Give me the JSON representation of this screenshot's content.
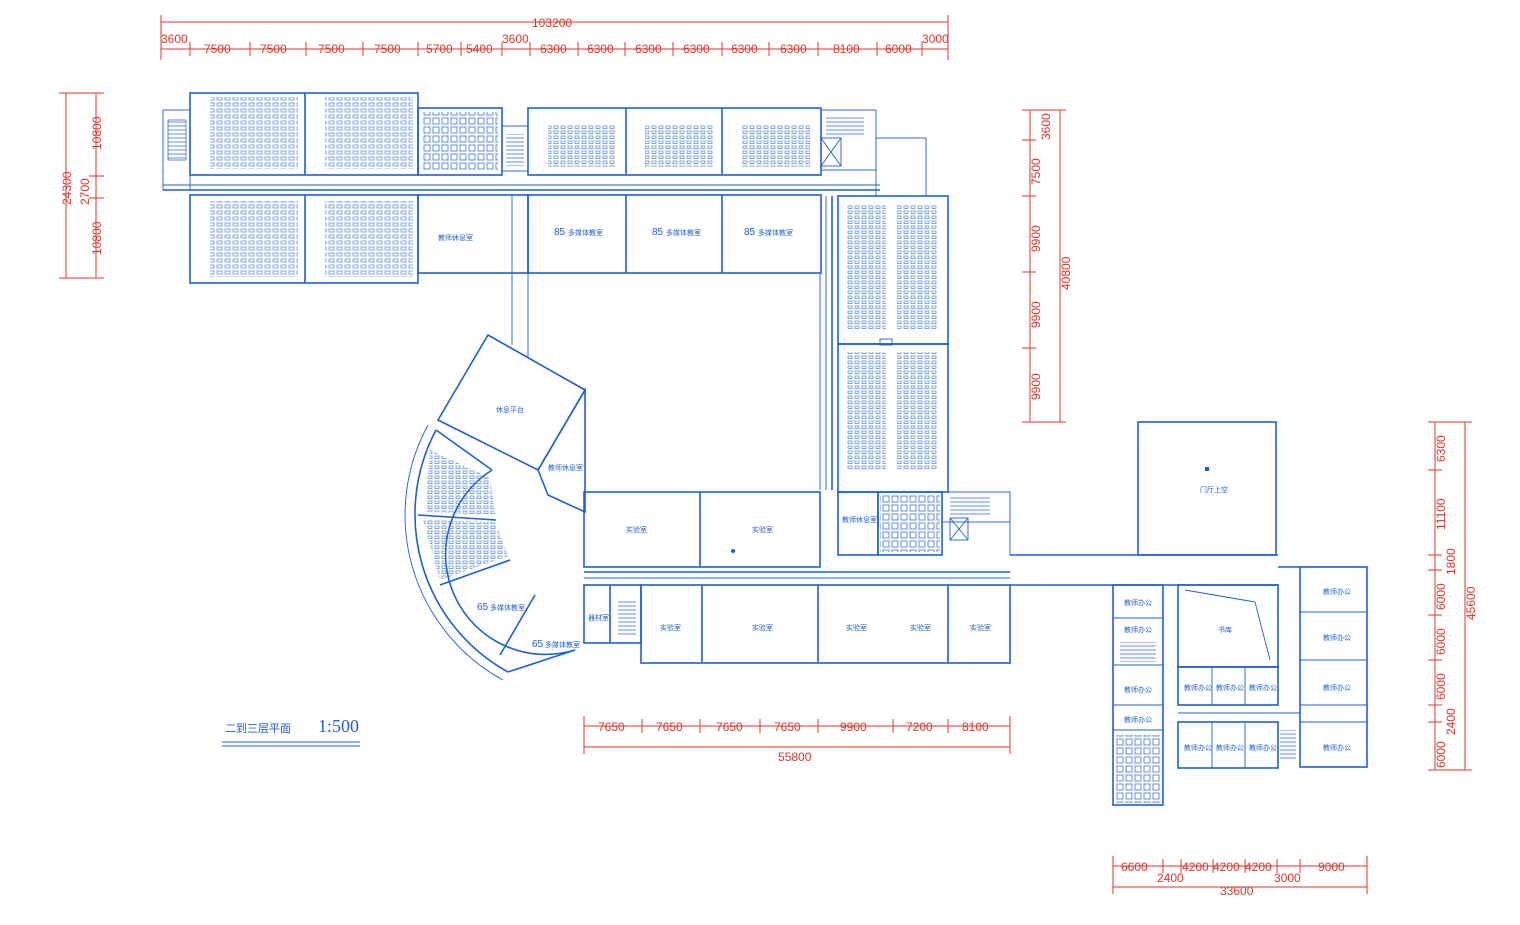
{
  "drawing": {
    "title": "二到三层平面",
    "scale": "1:500"
  },
  "dimensions": {
    "top_total": "103200",
    "top_segments": [
      "3600",
      "7500",
      "7500",
      "7500",
      "7500",
      "5700",
      "5400",
      "3600",
      "6300",
      "6300",
      "6300",
      "6300",
      "6300",
      "6300",
      "8100",
      "6000",
      "3000"
    ],
    "left_total": "24300",
    "left_segments": [
      "10800",
      "2700",
      "10800"
    ],
    "right_mid_total": "40800",
    "right_mid_segments": [
      "3600",
      "7500",
      "9900",
      "9900",
      "9900"
    ],
    "right_far_total": "45600",
    "right_far_segments": [
      "6300",
      "11100",
      "1800",
      "6000",
      "6000",
      "6000",
      "2400",
      "6000"
    ],
    "bottom_mid_total": "55800",
    "bottom_mid_segments": [
      "7650",
      "7650",
      "7650",
      "7650",
      "9900",
      "7200",
      "8100"
    ],
    "bottom_right_total": "33600",
    "bottom_right_segments": [
      "6600",
      "4200",
      "4200",
      "4200",
      "9000"
    ],
    "bottom_right_sub": [
      "2400",
      "3000"
    ]
  },
  "rooms": {
    "teacher_lounge": "教师休息室",
    "multimedia_85": "多媒体教室",
    "num_85": "85",
    "num_65": "65",
    "rest_platform": "休息平台",
    "lab": "实验室",
    "equipment": "器材室",
    "hall_void": "门厅上空",
    "teacher_office": "教师办公",
    "library": "书库"
  },
  "colors": {
    "drawing": "#1f5fd6",
    "dimension": "#e0342c"
  }
}
